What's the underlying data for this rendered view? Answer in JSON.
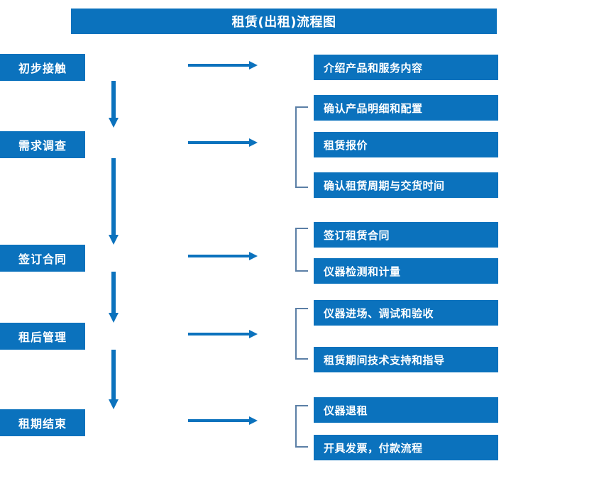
{
  "diagram": {
    "title": "租赁(出租)流程图",
    "colors": {
      "box_fill": "#0B72BD",
      "box_text": "#FFFFFF",
      "arrow": "#0B72BD",
      "bracket": "#5B7FA6",
      "background": "#FFFFFF"
    },
    "stages": [
      {
        "label": "初步接触",
        "details": [
          "介绍产品和服务内容"
        ],
        "bracketed": false
      },
      {
        "label": "需求调查",
        "details": [
          "确认产品明细和配置",
          "租赁报价",
          "确认租赁周期与交货时间"
        ],
        "bracketed": true
      },
      {
        "label": "签订合同",
        "details": [
          "签订租赁合同",
          "仪器检测和计量"
        ],
        "bracketed": true
      },
      {
        "label": "租后管理",
        "details": [
          "仪器进场、调试和验收",
          "租赁期间技术支持和指导"
        ],
        "bracketed": true
      },
      {
        "label": "租期结束",
        "details": [
          "仪器退租",
          "开具发票，付款流程"
        ],
        "bracketed": true
      }
    ]
  }
}
